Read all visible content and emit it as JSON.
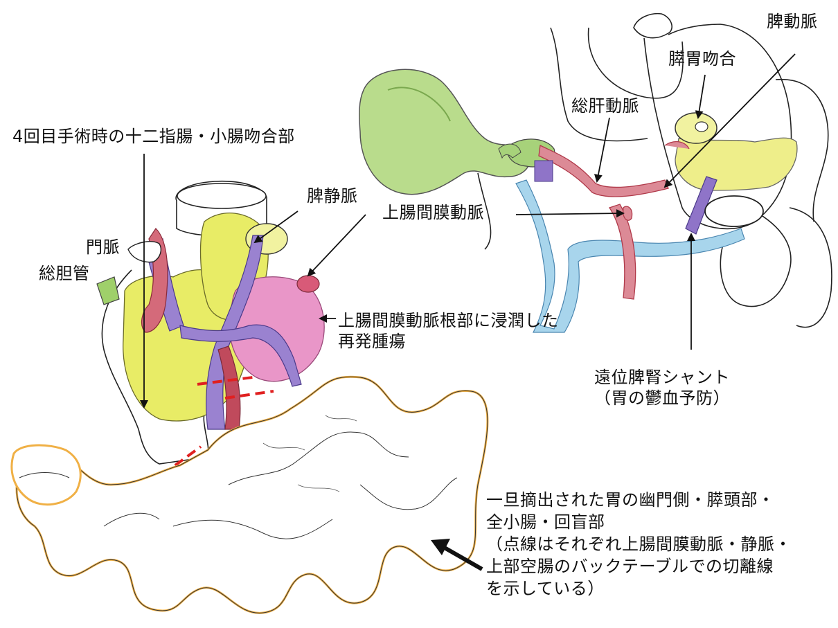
{
  "colors": {
    "line": "#222222",
    "stomach_green": "#9ccc6a",
    "pancreas_yellow": "#e6e85a",
    "vein_blue": "#8fc8e6",
    "vein_purple": "#8a6cc4",
    "artery_red": "#c94a5a",
    "tumor_pink": "#e27ab0",
    "intestine_orange": "#f0b045",
    "cut_line_red": "#e02020"
  },
  "labels": {
    "anastomosis_4th": "4回目手術時の十二指腸・小腸吻合部",
    "portal_vein": "門脈",
    "common_bile_duct": "総胆管",
    "splenic_vein": "脾静脈",
    "sma_top": "上腸間膜動脈",
    "tumor_line1": "上腸間膜動脈根部に浸潤した",
    "tumor_line2": "再発腫瘍",
    "common_hepatic_artery": "総肝動脈",
    "pancreaticogastrostomy": "膵胃吻合",
    "splenic_artery": "脾動脈",
    "shunt_line1": "遠位脾腎シャント",
    "shunt_line2": "（胃の鬱血予防）",
    "resected_line1": "一旦摘出された胃の幽門側・膵頭部・",
    "resected_line2": "全小腸・回盲部",
    "resected_line3": "（点線はそれぞれ上腸間膜動脈・静脈・",
    "resected_line4": "上部空腸のバックテーブルでの切離線",
    "resected_line5": "を示している）"
  }
}
